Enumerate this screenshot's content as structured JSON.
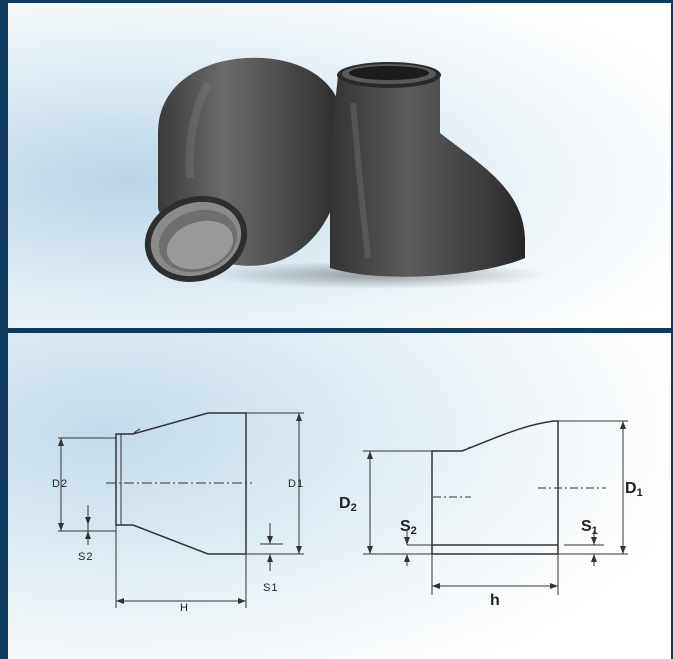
{
  "photo": {
    "subject": "eccentric-reducers-photo"
  },
  "drawing_left": {
    "labels": {
      "d2": "D2",
      "d1": "D1",
      "s2": "S2",
      "s1": "S1",
      "h": "H"
    }
  },
  "drawing_right": {
    "labels": {
      "d2_main": "D",
      "d2_sub": "2",
      "d1_main": "D",
      "d1_sub": "1",
      "s2_main": "S",
      "s2_sub": "2",
      "s1_main": "S",
      "s1_sub": "1",
      "h": "h"
    }
  }
}
